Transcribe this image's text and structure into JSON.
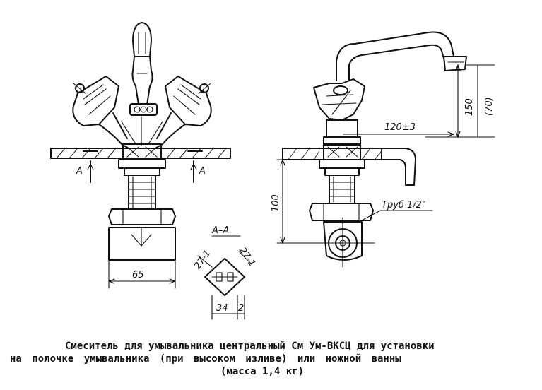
{
  "labels": {
    "section_mark_left": "А",
    "section_mark_right": "А",
    "section_title": "А–А",
    "dim_width_65": "65",
    "dim_34": "34",
    "dim_2": "2",
    "dim_27_left": "27-1",
    "dim_27_right": "27-1",
    "dim_reach": "120±3",
    "dim_height_150": "150",
    "dim_height_70": "(70)",
    "dim_height_100": "100",
    "pipe_label": "Труб 1/2\""
  },
  "caption": {
    "line1": "Смеситель для умывальника центральный См Ум-ВКСЦ для установки",
    "line2": "на полочке умывальника (при высоком изливе) или ножной ванны",
    "line3": "(масса 1,4 кг)"
  },
  "colors": {
    "ink": "#111111",
    "paper": "#ffffff"
  }
}
